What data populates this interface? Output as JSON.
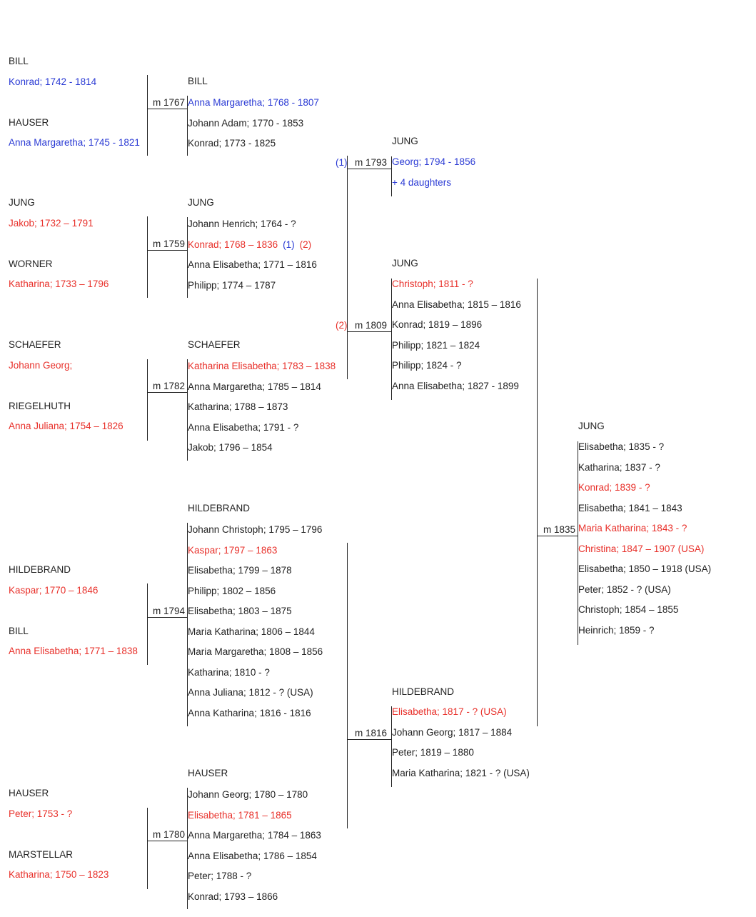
{
  "palette": {
    "black": "#222222",
    "red": "#e8302a",
    "blue": "#2a3ad4"
  },
  "families": [
    {
      "id": "bill-hauser",
      "husband_surname": "BILL",
      "husband_name": "Konrad; 1742 - 1814",
      "wife_surname": "HAUSER",
      "wife_name": "Anna Margaretha; 1745 - 1821",
      "marriage": "m 1767",
      "children_surname": "BILL",
      "children": [
        "Anna Margaretha; 1768 - 1807",
        "Johann Adam; 1770 - 1853",
        "Konrad; 1773 - 1825"
      ]
    },
    {
      "id": "jung-worner",
      "husband_surname": "JUNG",
      "husband_name": "Jakob; 1732 – 1791",
      "wife_surname": "WORNER",
      "wife_name": "Katharina; 1733 – 1796",
      "marriage": "m 1759",
      "children_surname": "JUNG",
      "children": [
        "Johann Henrich; 1764 - ?",
        "Konrad; 1768 – 1836",
        "Anna Elisabetha; 1771 – 1816",
        "Philipp; 1774 – 1787"
      ],
      "child_marker_1": "(1)",
      "child_marker_2": "(2)"
    },
    {
      "id": "schaefer-riegelhuth",
      "husband_surname": "SCHAEFER",
      "husband_name": "Johann Georg;",
      "wife_surname": "RIEGELHUTH",
      "wife_name": "Anna Juliana; 1754 – 1826",
      "marriage": "m 1782",
      "children_surname": "SCHAEFER",
      "children": [
        "Katharina Elisabetha; 1783 – 1838",
        "Anna Margaretha; 1785 – 1814",
        "Katharina; 1788 – 1873",
        "Anna Elisabetha; 1791 - ?",
        "Jakob; 1796 – 1854"
      ]
    },
    {
      "id": "hildebrand-bill",
      "husband_surname": "HILDEBRAND",
      "husband_name": "Kaspar; 1770 – 1846",
      "wife_surname": "BILL",
      "wife_name": "Anna Elisabetha; 1771 – 1838",
      "marriage": "m 1794",
      "children_surname": "HILDEBRAND",
      "children": [
        "Johann Christoph; 1795 – 1796",
        "Kaspar; 1797 – 1863",
        "Elisabetha; 1799 – 1878",
        "Philipp; 1802 – 1856",
        "Elisabetha; 1803 – 1875",
        "Maria Katharina; 1806 – 1844",
        "Maria Margaretha; 1808 – 1856",
        "Katharina; 1810 - ?",
        "Anna Juliana; 1812 - ? (USA)",
        "Anna Katharina; 1816 - 1816"
      ]
    },
    {
      "id": "hauser-marstellar",
      "husband_surname": "HAUSER",
      "husband_name": "Peter; 1753 - ?",
      "wife_surname": "MARSTELLAR",
      "wife_name": "Katharina; 1750 – 1823",
      "marriage": "m 1780",
      "children_surname": "HAUSER",
      "children": [
        "Johann Georg; 1780 – 1780",
        "Elisabetha; 1781 – 1865",
        "Anna Margaretha; 1784 – 1863",
        "Anna Elisabetha; 1786 – 1854",
        "Peter; 1788 - ?",
        "Konrad; 1793 – 1866"
      ]
    },
    {
      "id": "jung-1793",
      "marker": "(1)",
      "marriage": "m 1793",
      "children_surname": "JUNG",
      "children": [
        "Georg; 1794 - 1856",
        "+ 4 daughters"
      ]
    },
    {
      "id": "jung-1809",
      "marker": "(2)",
      "marriage": "m 1809",
      "children_surname": "JUNG",
      "children": [
        "Christoph; 1811 - ?",
        "Anna Elisabetha; 1815 – 1816",
        "Konrad; 1819 – 1896",
        "Philipp; 1821 – 1824",
        "Philipp; 1824 - ?",
        "Anna Elisabetha; 1827 - 1899"
      ]
    },
    {
      "id": "hildebrand-1816",
      "marriage": "m 1816",
      "children_surname": "HILDEBRAND",
      "children": [
        "Elisabetha; 1817 - ? (USA)",
        "Johann Georg; 1817 – 1884",
        "Peter; 1819 – 1880",
        "Maria Katharina; 1821 - ? (USA)"
      ]
    },
    {
      "id": "jung-1835",
      "marriage": "m 1835",
      "children_surname": "JUNG",
      "children": [
        "Elisabetha; 1835 - ?",
        "Katharina; 1837 - ?",
        "Konrad; 1839 - ?",
        "Elisabetha; 1841 – 1843",
        "Maria Katharina; 1843 - ?",
        "Christina; 1847 – 1907 (USA)",
        "Elisabetha; 1850 – 1918 (USA)",
        "Peter; 1852 - ? (USA)",
        "Christoph; 1854 – 1855",
        "Heinrich; 1859 - ?"
      ]
    }
  ]
}
